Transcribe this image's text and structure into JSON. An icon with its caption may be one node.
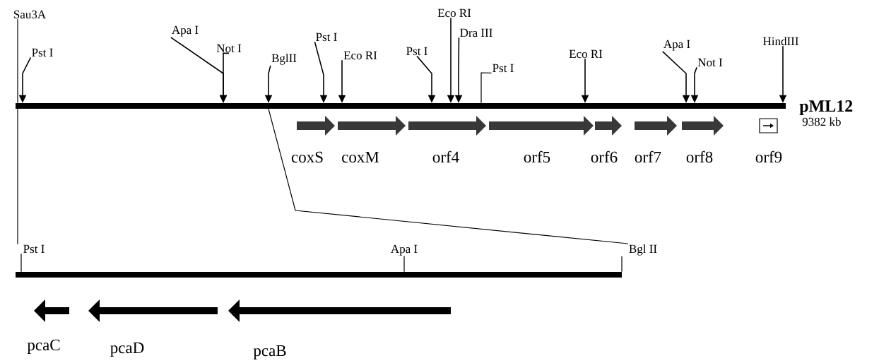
{
  "diagram": {
    "nodes": [
      {
        "text": [
          "Sau3A"
        ]
      },
      {
        "text": [
          "Pst I"
        ]
      },
      {
        "text": [
          "Apa I"
        ]
      },
      {
        "text": [
          "Not I"
        ]
      },
      {
        "text": [
          "BglII"
        ]
      },
      {
        "text": [
          "Pst I"
        ]
      },
      {
        "text": [
          "Eco RI"
        ]
      },
      {
        "text": [
          "Pst I"
        ]
      },
      {
        "text": [
          "Eco RI"
        ]
      },
      {
        "text": [
          "Dra III"
        ]
      },
      {
        "text": [
          "Pst I"
        ]
      },
      {
        "text": [
          "Eco RI"
        ]
      },
      {
        "text": [
          "Apa I"
        ]
      },
      {
        "text": [
          "Not I"
        ]
      },
      {
        "text": [
          "HindIII"
        ]
      },
      {
        "text": [],
        "shape": "bar",
        "beside": [
          "pML12",
          "9382 kb"
        ]
      },
      {
        "text": [
          "coxS"
        ]
      },
      {
        "text": [
          "coxM"
        ]
      },
      {
        "text": [
          "orf4"
        ]
      },
      {
        "text": [
          "orf5"
        ]
      },
      {
        "text": [
          "orf6"
        ]
      },
      {
        "text": [
          "orf7"
        ]
      },
      {
        "text": [
          "orf8"
        ]
      },
      {
        "text": [
          "orf9"
        ]
      },
      {
        "text": [
          "Pst I"
        ]
      },
      {
        "text": [
          "Apa I"
        ]
      },
      {
        "text": [
          "Bgl II"
        ]
      },
      {
        "text": [],
        "shape": "bar"
      },
      {
        "text": [
          "pcaC"
        ]
      },
      {
        "text": [
          "pcaD"
        ]
      },
      {
        "text": [
          "pcaB"
        ]
      }
    ],
    "edges": [
      {
        "from": 0,
        "to": 15,
        "arrow": "none"
      },
      {
        "from": 1,
        "to": 15,
        "arrow": "to"
      },
      {
        "from": 2,
        "to": 15,
        "arrow": "to"
      },
      {
        "from": 3,
        "to": 15,
        "arrow": "to"
      },
      {
        "from": 4,
        "to": 15,
        "arrow": "to"
      },
      {
        "from": 5,
        "to": 15,
        "arrow": "to"
      },
      {
        "from": 6,
        "to": 15,
        "arrow": "to"
      },
      {
        "from": 7,
        "to": 15,
        "arrow": "to"
      },
      {
        "from": 8,
        "to": 15,
        "arrow": "to"
      },
      {
        "from": 9,
        "to": 15,
        "arrow": "to"
      },
      {
        "from": 10,
        "to": 15,
        "arrow": "none"
      },
      {
        "from": 11,
        "to": 15,
        "arrow": "to"
      },
      {
        "from": 12,
        "to": 15,
        "arrow": "to"
      },
      {
        "from": 13,
        "to": 15,
        "arrow": "to"
      },
      {
        "from": 14,
        "to": 15,
        "arrow": "to"
      },
      {
        "from": 15,
        "to": 24,
        "arrow": "none"
      },
      {
        "from": 15,
        "to": 26,
        "arrow": "none"
      },
      {
        "from": 24,
        "to": 27,
        "arrow": "none"
      },
      {
        "from": 25,
        "to": 27,
        "arrow": "none"
      },
      {
        "from": 26,
        "to": 27,
        "arrow": "none"
      }
    ]
  }
}
